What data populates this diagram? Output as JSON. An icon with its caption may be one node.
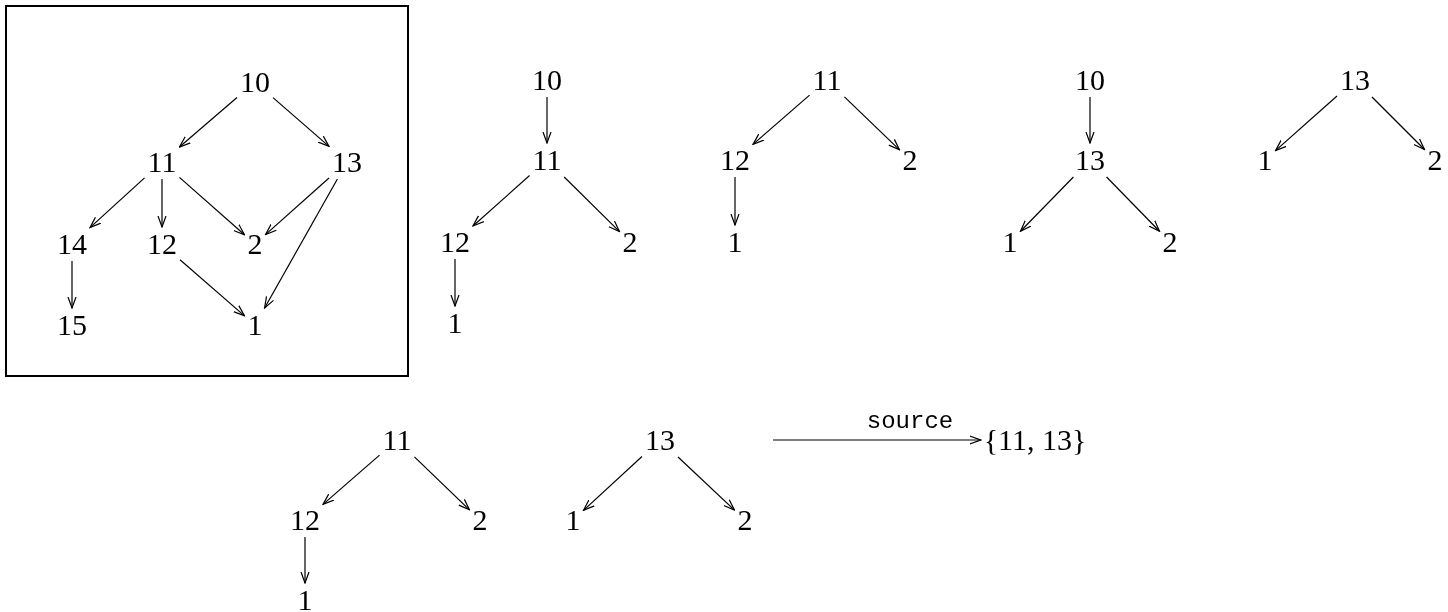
{
  "diagram": {
    "nodes": [
      {
        "text": [],
        "shape": "box"
      },
      {
        "text": [
          "10"
        ],
        "in": 0
      },
      {
        "text": [
          "11"
        ],
        "in": 0
      },
      {
        "text": [
          "13"
        ],
        "in": 0
      },
      {
        "text": [
          "14"
        ],
        "in": 0
      },
      {
        "text": [
          "12"
        ],
        "in": 0
      },
      {
        "text": [
          "2"
        ],
        "in": 0
      },
      {
        "text": [
          "15"
        ],
        "in": 0
      },
      {
        "text": [
          "1"
        ],
        "in": 0
      },
      {
        "text": [
          "10"
        ]
      },
      {
        "text": [
          "11"
        ]
      },
      {
        "text": [
          "12"
        ]
      },
      {
        "text": [
          "2"
        ]
      },
      {
        "text": [
          "1"
        ]
      },
      {
        "text": [
          "11"
        ]
      },
      {
        "text": [
          "12"
        ]
      },
      {
        "text": [
          "2"
        ]
      },
      {
        "text": [
          "1"
        ]
      },
      {
        "text": [
          "10"
        ]
      },
      {
        "text": [
          "13"
        ]
      },
      {
        "text": [
          "1"
        ]
      },
      {
        "text": [
          "2"
        ]
      },
      {
        "text": [
          "13"
        ]
      },
      {
        "text": [
          "1"
        ]
      },
      {
        "text": [
          "2"
        ]
      },
      {
        "text": [
          "11"
        ]
      },
      {
        "text": [
          "12"
        ]
      },
      {
        "text": [
          "2"
        ]
      },
      {
        "text": [
          "1"
        ]
      },
      {
        "text": [
          "13"
        ]
      },
      {
        "text": [
          "1"
        ]
      },
      {
        "text": [
          "2"
        ]
      },
      {
        "text": [
          "{11, 13}"
        ]
      }
    ],
    "edges": [
      {
        "from": 1,
        "to": 2,
        "arrow": "to"
      },
      {
        "from": 1,
        "to": 3,
        "arrow": "to"
      },
      {
        "from": 2,
        "to": 4,
        "arrow": "to"
      },
      {
        "from": 2,
        "to": 5,
        "arrow": "to"
      },
      {
        "from": 2,
        "to": 6,
        "arrow": "to"
      },
      {
        "from": 3,
        "to": 6,
        "arrow": "to"
      },
      {
        "from": 3,
        "to": 8,
        "arrow": "to"
      },
      {
        "from": 4,
        "to": 7,
        "arrow": "to"
      },
      {
        "from": 5,
        "to": 8,
        "arrow": "to"
      },
      {
        "from": 9,
        "to": 10,
        "arrow": "to"
      },
      {
        "from": 10,
        "to": 11,
        "arrow": "to"
      },
      {
        "from": 10,
        "to": 12,
        "arrow": "to"
      },
      {
        "from": 11,
        "to": 13,
        "arrow": "to"
      },
      {
        "from": 14,
        "to": 15,
        "arrow": "to"
      },
      {
        "from": 14,
        "to": 16,
        "arrow": "to"
      },
      {
        "from": 15,
        "to": 17,
        "arrow": "to"
      },
      {
        "from": 18,
        "to": 19,
        "arrow": "to"
      },
      {
        "from": 19,
        "to": 20,
        "arrow": "to"
      },
      {
        "from": 19,
        "to": 21,
        "arrow": "to"
      },
      {
        "from": 22,
        "to": 23,
        "arrow": "to"
      },
      {
        "from": 22,
        "to": 24,
        "arrow": "to"
      },
      {
        "from": 25,
        "to": 26,
        "arrow": "to"
      },
      {
        "from": 25,
        "to": 27,
        "arrow": "to"
      },
      {
        "from": 26,
        "to": 28,
        "arrow": "to"
      },
      {
        "from": 29,
        "to": 30,
        "arrow": "to"
      },
      {
        "from": 29,
        "to": 31,
        "arrow": "to"
      },
      {
        "from": null,
        "to": 32,
        "label": "source",
        "arrow": "to"
      }
    ]
  }
}
